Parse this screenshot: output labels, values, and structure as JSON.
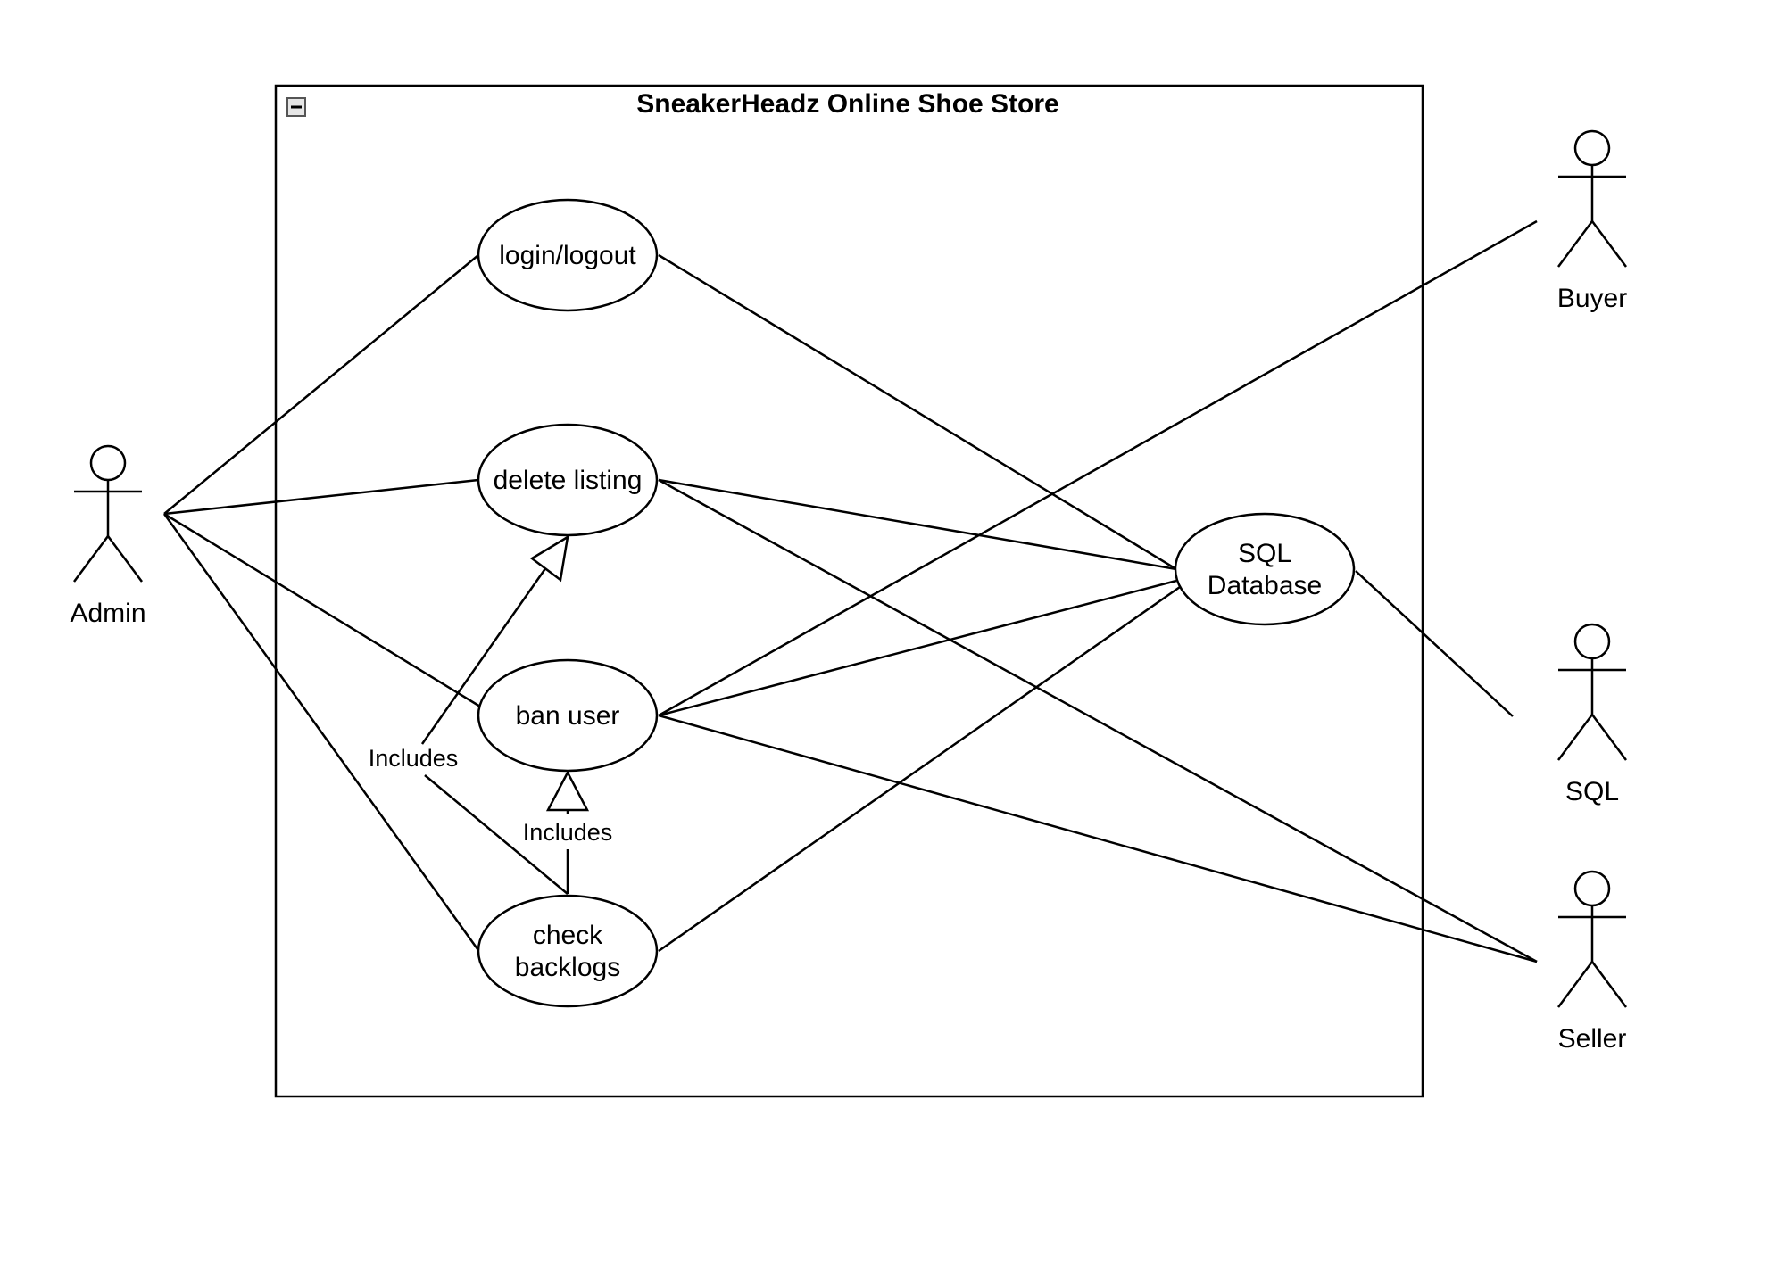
{
  "system": {
    "title": "SneakerHeadz Online Shoe Store",
    "collapse_icon": "minus-square-icon"
  },
  "use_cases": {
    "login": {
      "label": "login/logout"
    },
    "delete": {
      "label": "delete listing"
    },
    "ban": {
      "label": "ban user"
    },
    "backlogs": {
      "line1": "check",
      "line2": "backlogs"
    },
    "sql_db": {
      "line1": "SQL",
      "line2": "Database"
    }
  },
  "actors": {
    "admin": {
      "label": "Admin"
    },
    "buyer": {
      "label": "Buyer"
    },
    "sql": {
      "label": "SQL"
    },
    "seller": {
      "label": "Seller"
    }
  },
  "relations": {
    "includes_1": "Includes",
    "includes_2": "Includes"
  }
}
